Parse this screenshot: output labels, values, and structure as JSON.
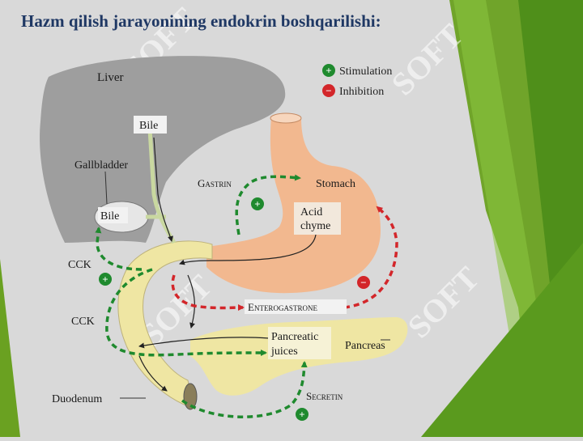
{
  "slide": {
    "title": "Hazm qilish jarayonining endokrin boshqarilishi:",
    "watermark": "SOFT",
    "colors": {
      "title": "#1f3864",
      "background": "#d9d9d9",
      "accent_green": "#6aa121",
      "stimulation": "#1f8a2e",
      "inhibition": "#d3262a",
      "liver": "#9e9e9e",
      "stomach": "#f2b88f",
      "pancreas": "#efe6a3"
    }
  },
  "diagram": {
    "legend": {
      "stimulation": "Stimulation",
      "inhibition": "Inhibition",
      "plus": "+",
      "minus": "−"
    },
    "labels": {
      "liver": "Liver",
      "bile_top": "Bile",
      "gallbladder": "Gallbladder",
      "bile_gb": "Bile",
      "gastrin": "Gastrin",
      "stomach": "Stomach",
      "acid_line1": "Acid",
      "acid_line2": "chyme",
      "cck_upper": "CCK",
      "cck_lower": "CCK",
      "enterogastrone": "Enterogastrone",
      "pancreatic_line1": "Pancreatic",
      "pancreatic_line2": "juices",
      "pancreas": "Pancreas",
      "duodenum": "Duodenum",
      "secretin": "Secretin"
    },
    "signs": {
      "plus": "+",
      "minus": "−"
    }
  }
}
